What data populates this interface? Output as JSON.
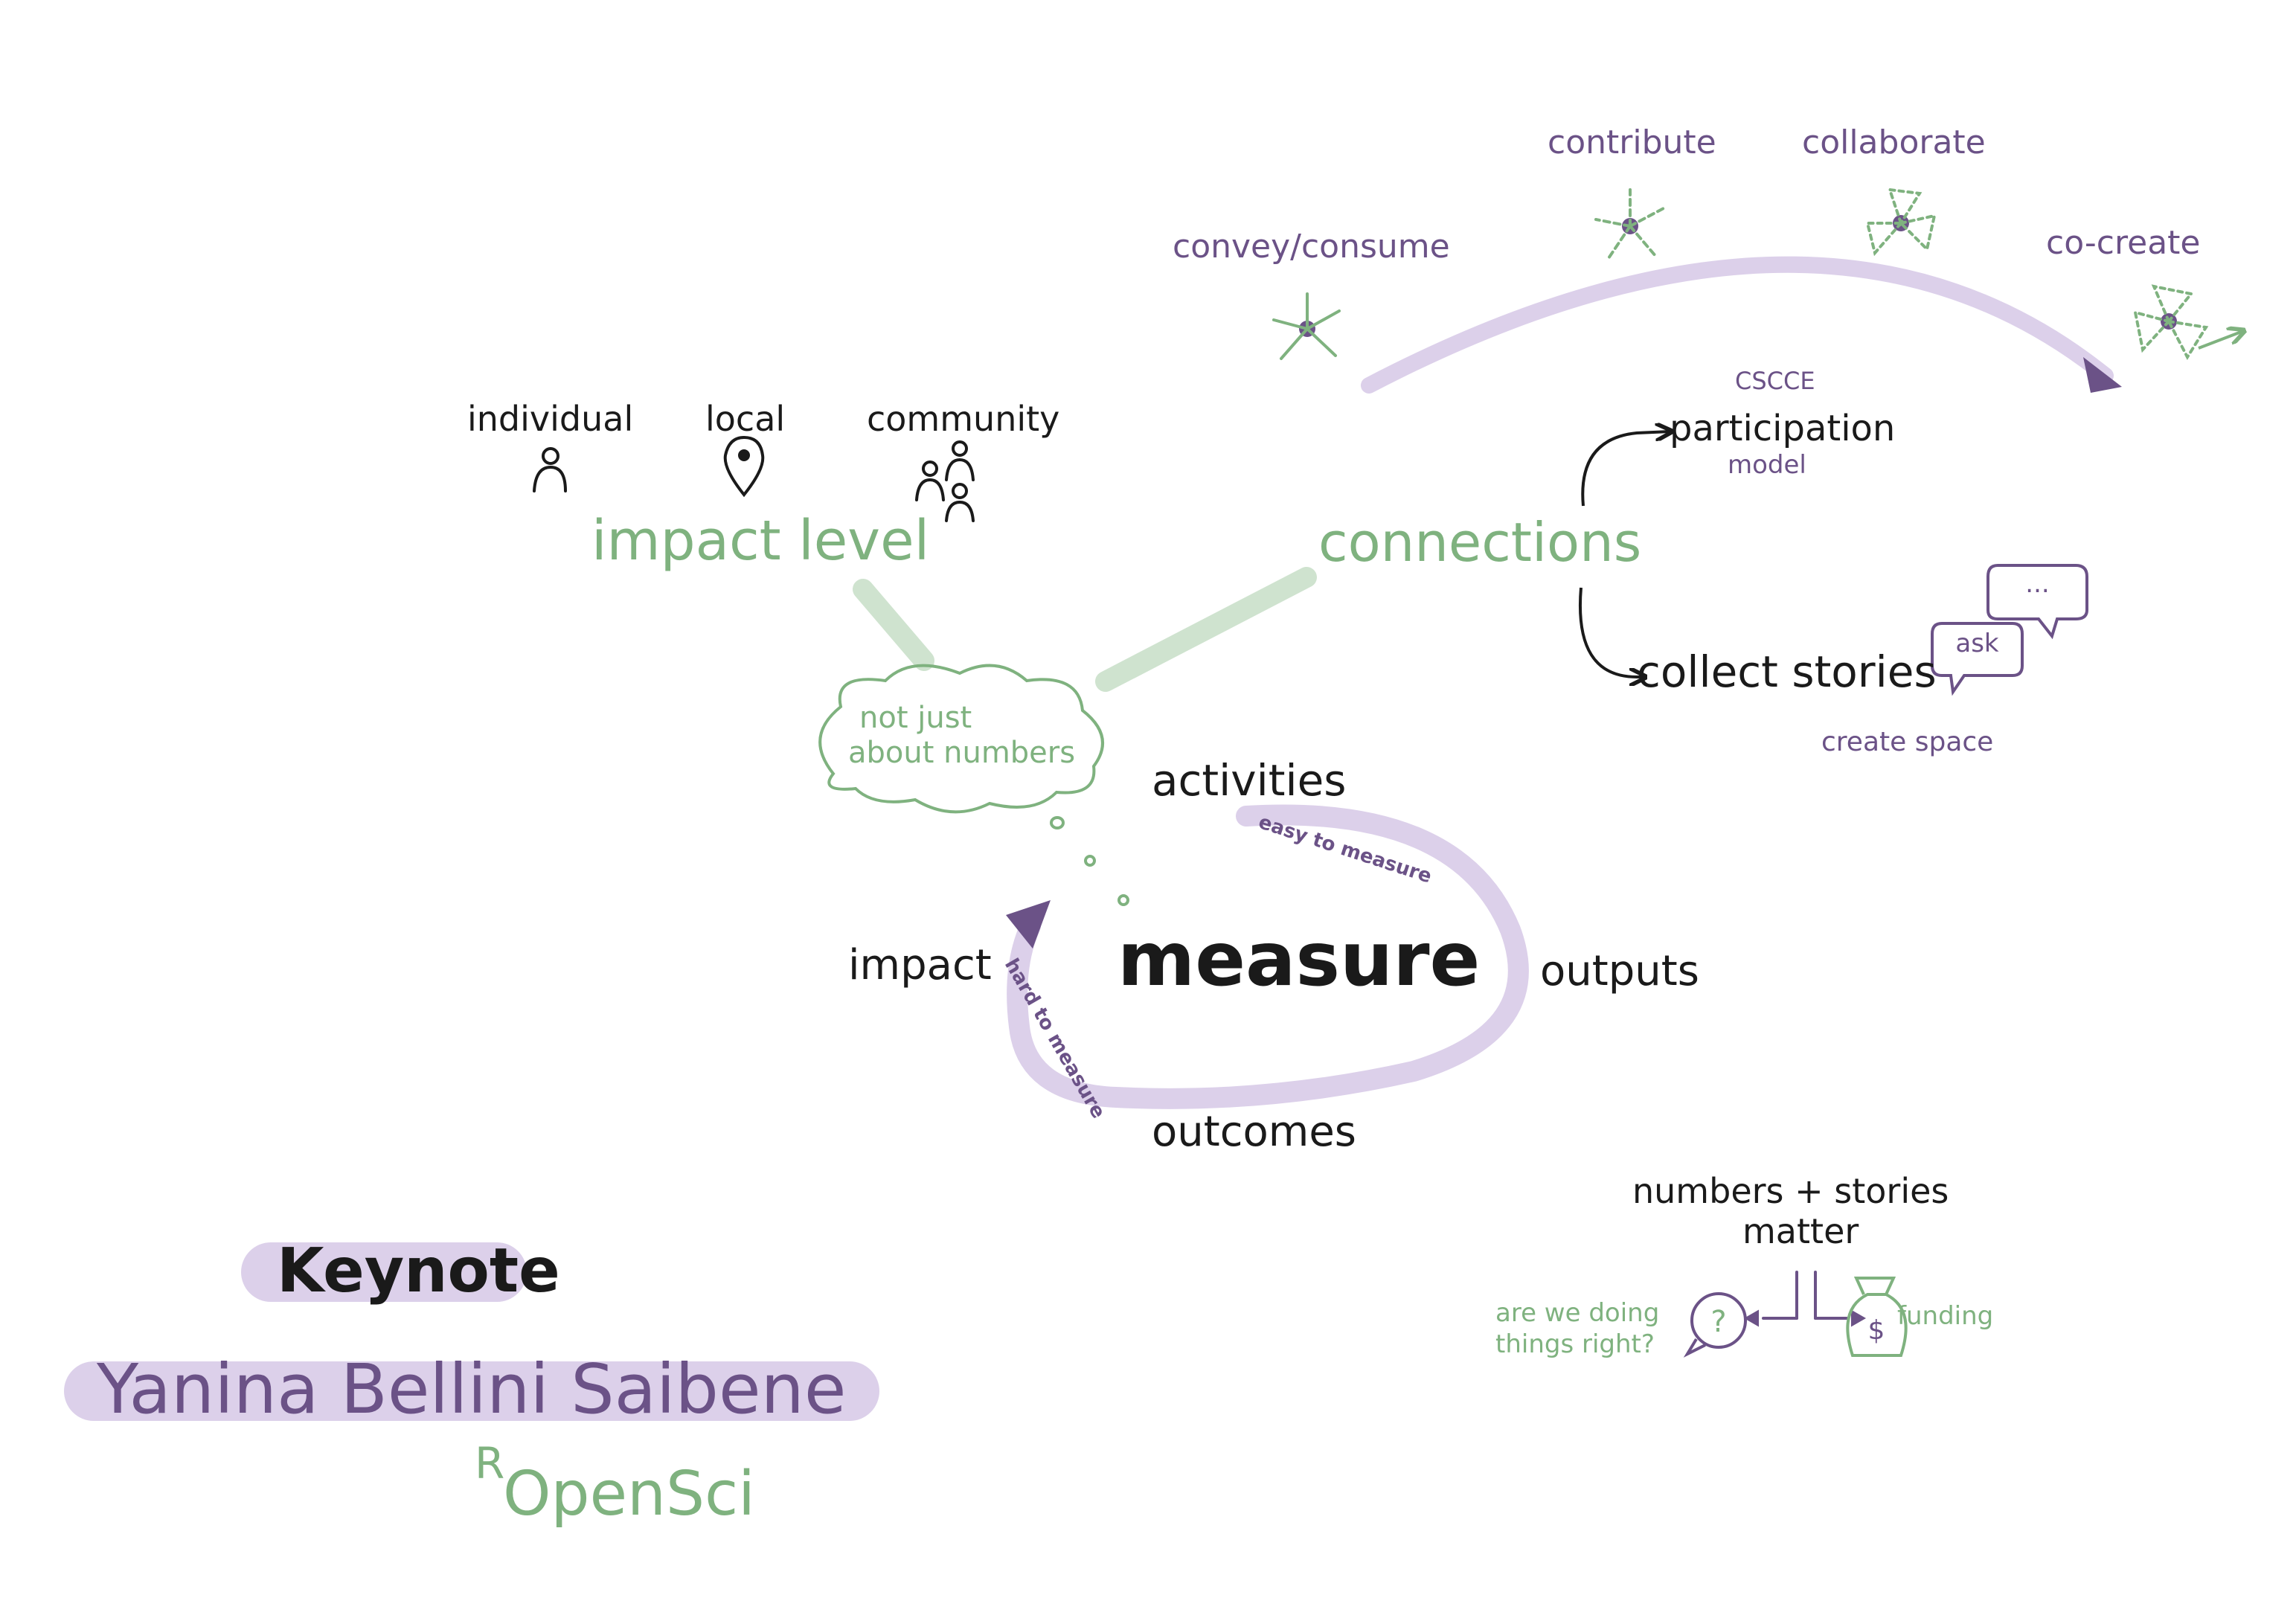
{
  "texts": {
    "individual": "individual",
    "local": "local",
    "community": "community",
    "impact_level": "impact level",
    "connections": "connections",
    "convey": "convey/consume",
    "contribute": "contribute",
    "collaborate": "collaborate",
    "cocreate": "co-create",
    "cscce": "CSCCE",
    "participation": "participation",
    "model": "model",
    "collect_stories": "collect stories",
    "ask": "ask",
    "dots": "...",
    "create_space": "create  space",
    "cloud_line1": "not just",
    "cloud_line2": "about numbers",
    "activities": "activities",
    "easy": "easy to measure",
    "impact": "impact",
    "measure": "measure",
    "outputs": "outputs",
    "hard": "hard to measure",
    "outcomes": "outcomes",
    "numbers_stories": "numbers + stories",
    "matter": "matter",
    "right_q1": "are  we doing",
    "right_q2": "things  right?",
    "funding": "funding",
    "keynote": "Keynote",
    "speaker": "Yanina Bellini Saibene",
    "ropensci": "OpenSci",
    "ropensci_r": "R"
  },
  "colors": {
    "purple": "#6b5287",
    "light_purple": "#dcd0ea",
    "green": "#7fb27f",
    "light_green": "#cfe3cf",
    "black": "#1a1a1a"
  }
}
